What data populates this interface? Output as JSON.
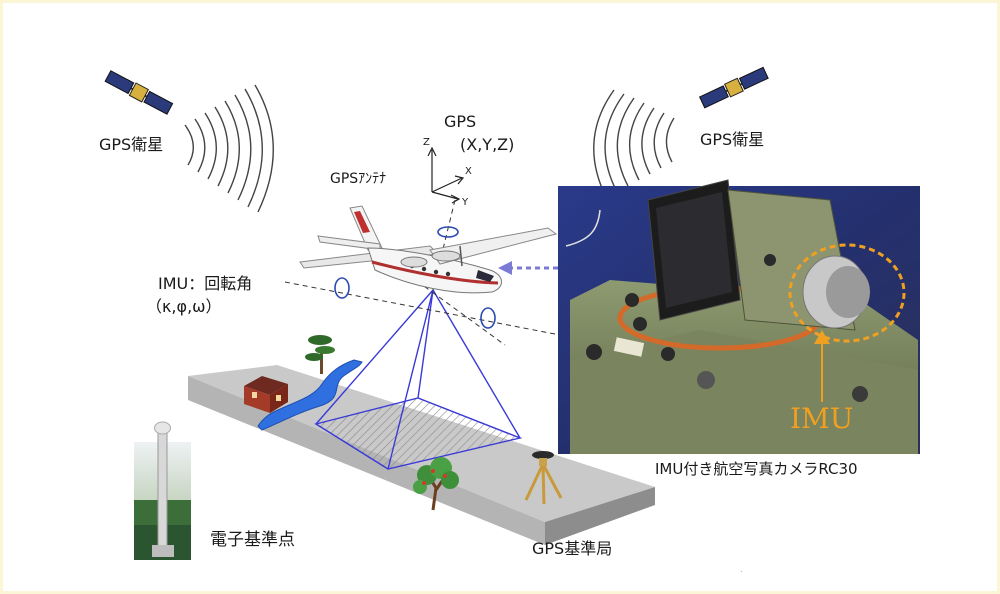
{
  "labels": {
    "gps_satellite_left": "GPS衛星",
    "gps_satellite_right": "GPS衛星",
    "gps_title": "GPS",
    "gps_coords": "(X,Y,Z)",
    "gps_antenna": "GPSｱﾝﾃﾅ",
    "imu_rotation": "IMU：回転角",
    "imu_angles": "（κ,φ,ω）",
    "electronic_reference_point": "電子基準点",
    "gps_base_station": "GPS基準局",
    "imu_camera_caption": "IMU付き航空写真カメラRC30",
    "imu_photo_label": "IMU",
    "axis_z": "Z",
    "axis_x": "X",
    "axis_y": "Y"
  },
  "colors": {
    "ground_top": "#c9c9c9",
    "ground_side": "#8d8d8d",
    "footprint_lines": "#3a3ad8",
    "river": "#2f6fe0",
    "dashed_arrow": "#7b7bd6",
    "imu_highlight": "#f0a020",
    "signal_waves": "#444444"
  },
  "icons": [
    "satellite-icon",
    "aircraft-icon",
    "house-icon",
    "tree-icon",
    "tripod-icon",
    "reference-pillar-icon",
    "camera-photo"
  ]
}
